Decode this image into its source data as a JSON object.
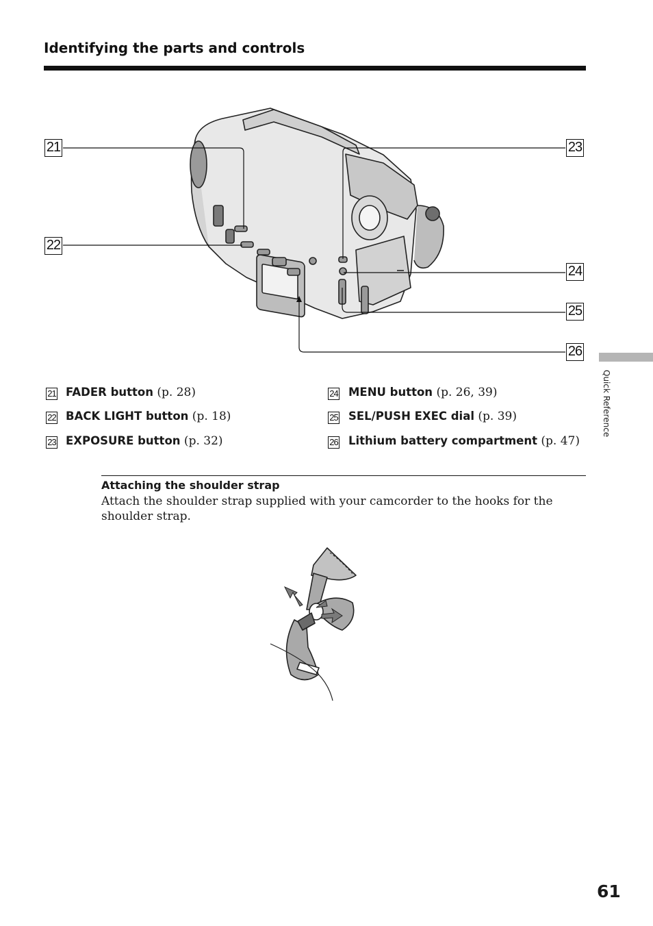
{
  "header": {
    "title": "Identifying the parts and controls"
  },
  "side_tab": {
    "label": "Quick Reference"
  },
  "callouts": [
    "21",
    "22",
    "23",
    "24",
    "25",
    "26"
  ],
  "legend": [
    {
      "num": "21",
      "name": "FADER button",
      "ref": " (p. 28)"
    },
    {
      "num": "22",
      "name": "BACK LIGHT button",
      "ref": " (p. 18)"
    },
    {
      "num": "23",
      "name": "EXPOSURE button",
      "ref": " (p. 32)"
    },
    {
      "num": "24",
      "name": "MENU button",
      "ref": " (p. 26, 39)"
    },
    {
      "num": "25",
      "name": "SEL/PUSH EXEC dial",
      "ref": " (p. 39)"
    },
    {
      "num": "26",
      "name": "Lithium battery compartment",
      "ref": " (p. 47)"
    }
  ],
  "section": {
    "title": "Attaching the shoulder strap",
    "body": "Attach the shoulder strap supplied with your camcorder to the hooks for the shoulder strap."
  },
  "page": {
    "number": "61"
  }
}
